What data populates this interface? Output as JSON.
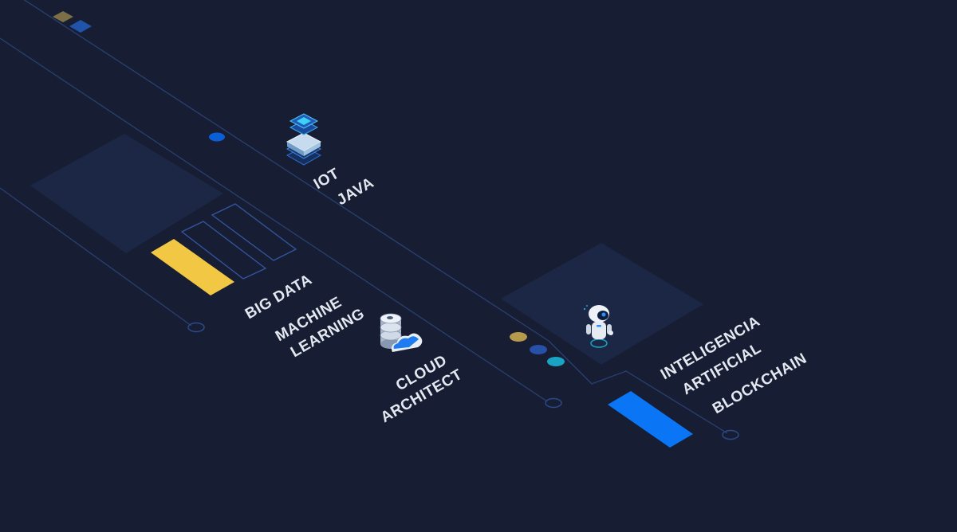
{
  "labels": {
    "iot": "IOT",
    "java": "JAVA",
    "big_data": "BIG DATA",
    "machine": "MACHINE",
    "learning": "LEARNING",
    "cloud": "CLOUD",
    "architect": "ARCHITECT",
    "inteligencia": "INTELIGENCIA",
    "artificial": "ARTIFICIAL",
    "blockchain": "BLOCKCHAIN"
  },
  "icons": {
    "server_stack": "server-stack-icon",
    "cloud_database": "cloud-database-icon",
    "robot": "robot-icon"
  },
  "colors": {
    "background": "#171e33",
    "panel": "#1b2744",
    "line": "#2a3f72",
    "yellow": "#f2c744",
    "blue": "#0a76f6",
    "gold_dot": "#b59a4c",
    "navy_dot": "#2750a8",
    "teal_dot": "#1aa3c2",
    "text": "#e4e8f0"
  }
}
